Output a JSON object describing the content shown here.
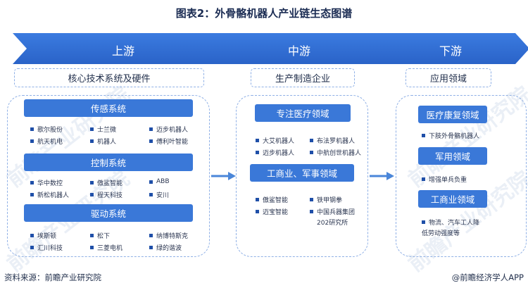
{
  "title": "图表2：外骨骼机器人产业链生态图谱",
  "stages": {
    "upstream": "上游",
    "midstream": "中游",
    "downstream": "下游"
  },
  "upstream": {
    "header": "核心技术系统及硬件",
    "sensing": {
      "label": "传感系统",
      "items": [
        "歌尔股份",
        "士兰微",
        "迈步机器人",
        "航天机电",
        "机器人",
        "傅利叶智能"
      ]
    },
    "control": {
      "label": "控制系统",
      "items": [
        "华中数控",
        "傲鲨智能",
        "ABB",
        "新松机器人",
        "程天科技",
        "安川"
      ]
    },
    "drive": {
      "label": "驱动系统",
      "items": [
        "埃斯顿",
        "松下",
        "纳博特斯克",
        "汇川科技",
        "三菱电机",
        "绿的谐波"
      ]
    }
  },
  "midstream": {
    "header": "生产制造企业",
    "medical": {
      "label": "专注医疗领域",
      "items": [
        "大艾机器人",
        "布法罗机器人",
        "迈步机器人",
        "中航创世机器人"
      ]
    },
    "industrial": {
      "label": "工商业、军事领域",
      "items": [
        "傲鲨智能",
        "铁甲钢拳",
        "迈宝智能",
        "中国兵器集团"
      ],
      "extra": "202研究所"
    }
  },
  "downstream": {
    "header": "应用领域",
    "rehab": {
      "label": "医疗康复领域",
      "items": [
        "下肢外骨骼机器人"
      ]
    },
    "military": {
      "label": "军用领域",
      "items": [
        "增强单兵负重"
      ]
    },
    "industry": {
      "label": "工商业领域",
      "items": [
        "物流、汽车工人降"
      ],
      "extra": "低劳动强度等"
    }
  },
  "footer": {
    "source": "资料来源：前瞻产业研究院",
    "credit": "@前瞻经济学人APP"
  },
  "colors": {
    "chevron": "#2f6fd6",
    "bar": "#3a78d8",
    "arrow": "#4a86d9",
    "dashed_border": "#8fb0e6",
    "bullet": "#1f4fa8"
  }
}
